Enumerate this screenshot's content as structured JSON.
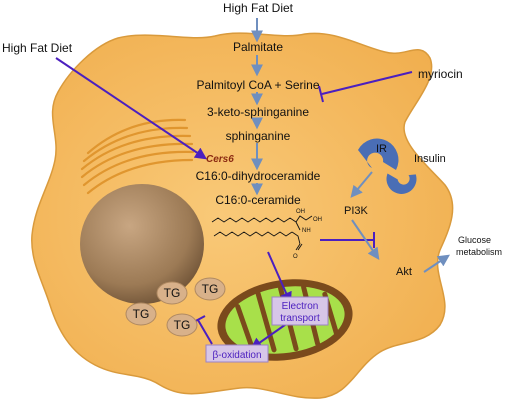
{
  "top_label": "High Fat Diet",
  "left_label": "High Fat Diet",
  "pathway": [
    "Palmitate",
    "Palmitoyl CoA + Serine",
    "3-keto-sphinganine",
    "sphinganine",
    "C16:0-dihydroceramide",
    "C16:0-ceramide"
  ],
  "enzyme": "Cers6",
  "inhibitor": "myriocin",
  "receptor": "IR",
  "ligand": "Insulin",
  "pi3k": "PI3K",
  "akt": "Akt",
  "outcome_line1": "Glucose",
  "outcome_line2": "metabolism",
  "electron_line1": "Electron",
  "electron_line2": "transport",
  "beta_oxidation": "β-oxidation",
  "tg_labels": [
    "TG",
    "TG",
    "TG",
    "TG"
  ],
  "colors": {
    "cell_fill": "#f6be62",
    "cell_stroke": "#d99a3c",
    "nucleus": "#9c7a55",
    "arrow_blue": "#6f8fbf",
    "arrow_purple": "#4b1fbf",
    "tg_fill": "#d8b18a",
    "mito_outer": "#7a4a1c",
    "mito_inner": "#a8e04a",
    "box_fill": "#d7c6e8"
  }
}
